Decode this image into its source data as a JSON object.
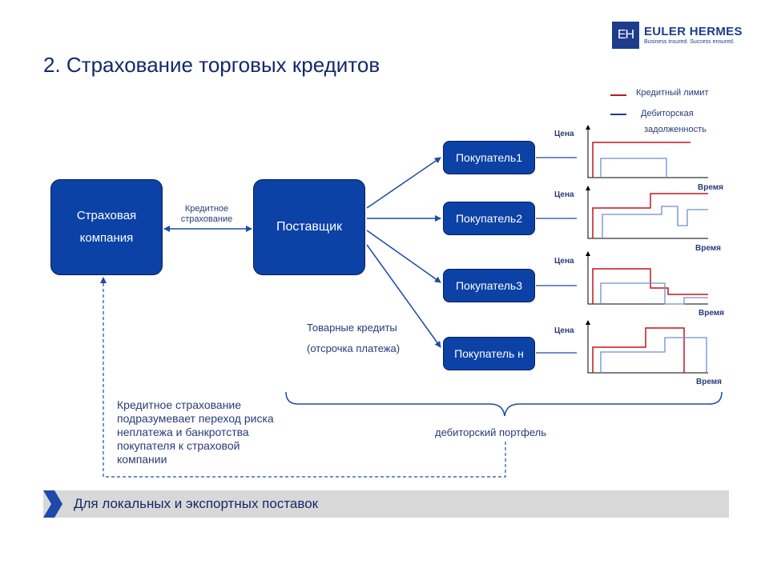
{
  "title": "2. Страхование торговых кредитов",
  "logo": {
    "mark": "EH",
    "name": "EULER HERMES",
    "tagline": "Business insured. Success ensured."
  },
  "legend": {
    "credit_limit": "Кредитный лимит",
    "receivables_line1": "Дебиторская",
    "receivables_line2": "задолженность",
    "credit_limit_color": "#c0161e",
    "receivables_color": "#1e3c8c"
  },
  "insurance_company": {
    "line1": "Страховая",
    "line2": "компания"
  },
  "credit_insurance_label": {
    "line1": "Кредитное",
    "line2": "страхование"
  },
  "supplier": "Поставщик",
  "buyers": [
    "Покупатель1",
    "Покупатель2",
    "Покупатель3",
    "Покупатель н"
  ],
  "trade_credits": {
    "line1": "Товарные кредиты",
    "line2": "(отсрочка платежа)"
  },
  "chart_axis": {
    "y": "Цена",
    "x": "Время"
  },
  "portfolio_label": "дебиторский портфель",
  "note": "Кредитное страхование подразумевает переход риска неплатежа и банкротства покупателя к страховой компании",
  "footer": "Для локальных и экспортных поставок",
  "colors": {
    "box": "#0c42a6",
    "arrow": "#1e4aa8",
    "limit": "#c0161e",
    "debt": "#6f8fcb"
  }
}
